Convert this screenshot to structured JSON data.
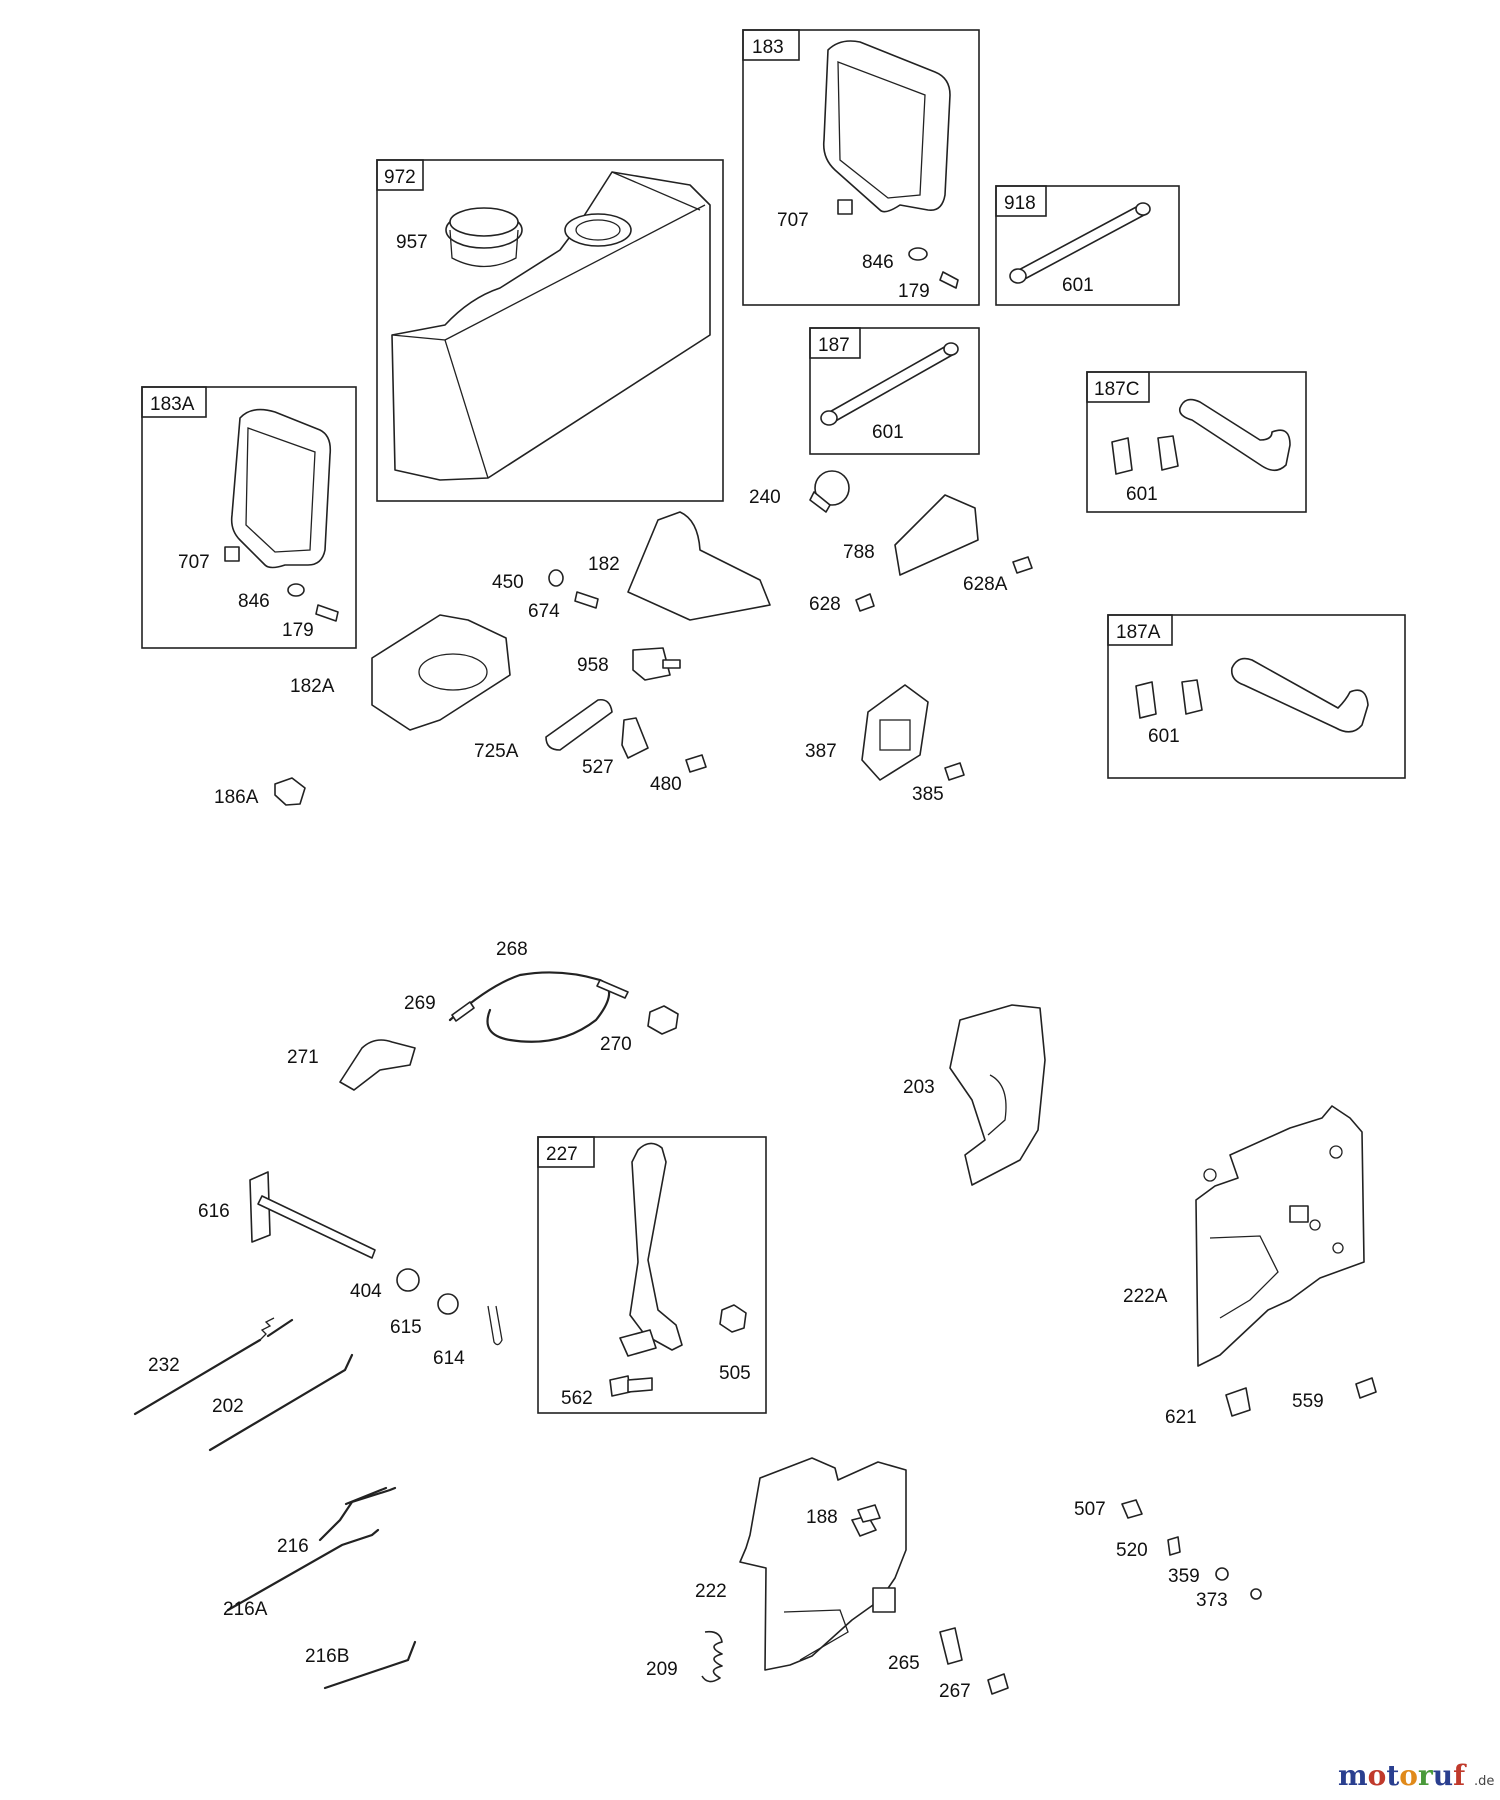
{
  "labels": {
    "l957": "957",
    "l707a": "707",
    "l846a": "846",
    "l179a": "179",
    "l601a": "601",
    "l601b": "601",
    "l601c": "601",
    "l601d": "601",
    "l240": "240",
    "l788": "788",
    "l628": "628",
    "l628A": "628A",
    "l707b": "707",
    "l846b": "846",
    "l179b": "179",
    "l450": "450",
    "l182": "182",
    "l674": "674",
    "l182A": "182A",
    "l958": "958",
    "l725A": "725A",
    "l527": "527",
    "l480": "480",
    "l387": "387",
    "l385": "385",
    "l186A": "186A",
    "l268": "268",
    "l269": "269",
    "l270": "270",
    "l271": "271",
    "l203": "203",
    "l616": "616",
    "l404": "404",
    "l615": "615",
    "l614": "614",
    "l232": "232",
    "l202": "202",
    "l562": "562",
    "l505": "505",
    "l222A": "222A",
    "l621": "621",
    "l559": "559",
    "l216": "216",
    "l216A": "216A",
    "l216B": "216B",
    "l188": "188",
    "l222": "222",
    "l209": "209",
    "l265": "265",
    "l267": "267",
    "l507": "507",
    "l520": "520",
    "l359": "359",
    "l373": "373"
  },
  "boxes": {
    "b972": "972",
    "b183": "183",
    "b918": "918",
    "b187": "187",
    "b187C": "187C",
    "b183A": "183A",
    "b187A": "187A",
    "b227": "227"
  },
  "brand": {
    "name": "motoruf",
    "suffix": ".de"
  },
  "colors": {
    "brand_blue": "#2a3f8f",
    "brand_red": "#c0392b",
    "brand_green": "#4a9a3a",
    "brand_orange": "#e08a1a"
  }
}
